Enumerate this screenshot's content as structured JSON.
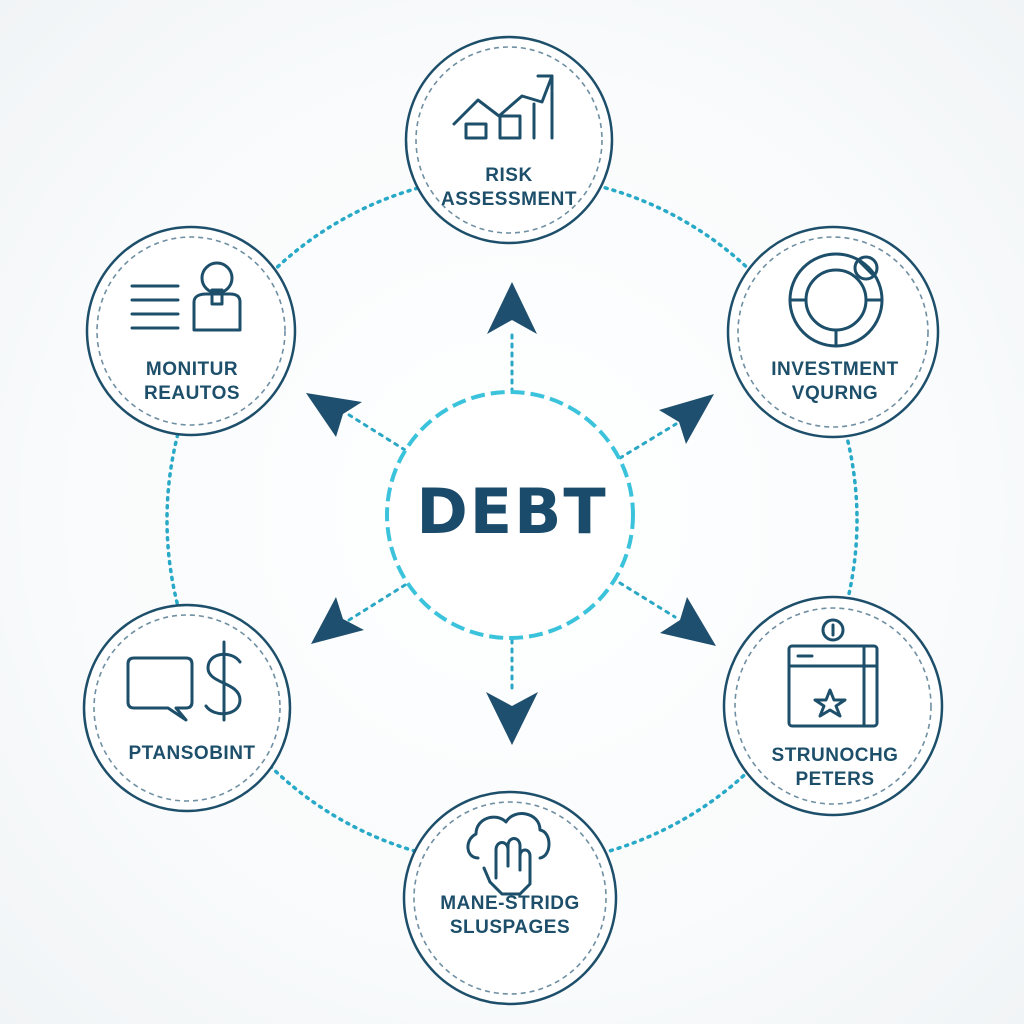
{
  "center": {
    "label": "DEBT"
  },
  "nodes": [
    {
      "id": "top",
      "line1": "RISK",
      "line2": "ASSESSMENT",
      "icon": "growth-chart-icon"
    },
    {
      "id": "top-right",
      "line1": "INVESTMENT",
      "line2": "VQURNG",
      "icon": "target-ring-icon"
    },
    {
      "id": "bottom-right",
      "line1": "STRUNOCHG",
      "line2": "PETERS",
      "icon": "calendar-star-icon"
    },
    {
      "id": "bottom",
      "line1": "MANE-STRIDG",
      "line2": "SLUSPAGES",
      "icon": "cloud-hand-icon"
    },
    {
      "id": "bottom-left",
      "line1": "PTANSOBINT",
      "line2": "",
      "icon": "chat-dollar-icon"
    },
    {
      "id": "top-left",
      "line1": "MONITUR",
      "line2": "REAUTOS",
      "icon": "document-person-icon"
    }
  ],
  "colors": {
    "primary": "#1d4f6b",
    "accent": "#27a9c7",
    "center_ring": "#3cc3dc"
  }
}
